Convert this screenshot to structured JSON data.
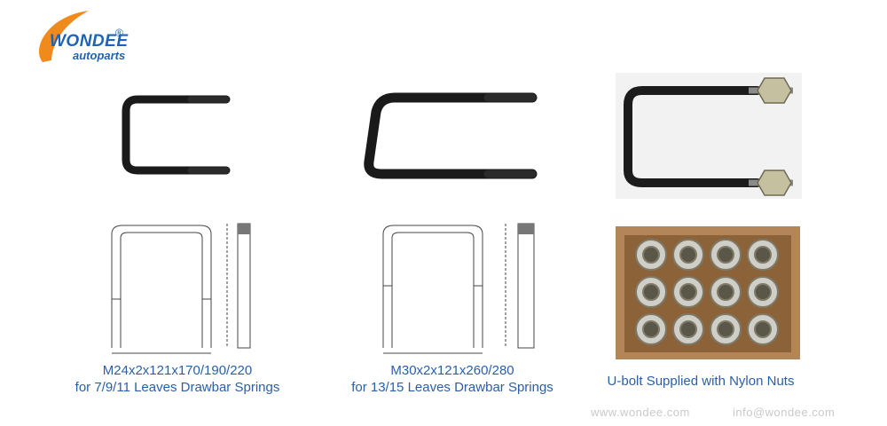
{
  "logo": {
    "brand": "WONDEE",
    "sub": "autoparts",
    "reg": "®",
    "colors": {
      "blue": "#1e63b5",
      "orange": "#f08a1c"
    }
  },
  "products": [
    {
      "caption_line1": "M24x2x121x170/190/220",
      "caption_line2": "for 7/9/11 Leaves Drawbar Springs"
    },
    {
      "caption_line1": "M30x2x121x260/280",
      "caption_line2": "for 13/15 Leaves Drawbar Springs"
    },
    {
      "caption_line1": "U-bolt Supplied with Nylon Nuts"
    }
  ],
  "footer": {
    "website": "www.wondee.com",
    "email": "info@wondee.com"
  },
  "colors": {
    "caption": "#2a5fa8",
    "bolt": "#1a1a1a",
    "footer": "#c9c9c9"
  }
}
